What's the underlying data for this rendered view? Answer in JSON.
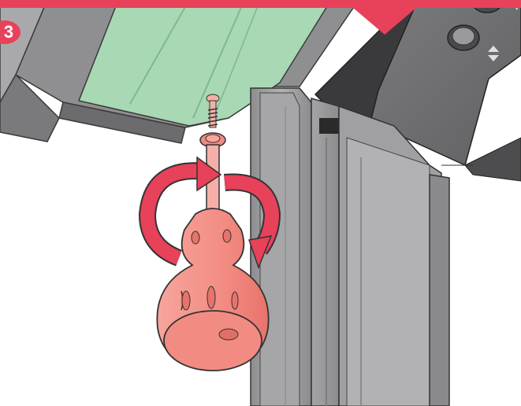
{
  "step": {
    "number": "3"
  },
  "colors": {
    "banner": "#e8415a",
    "rotation_arrow": "#e8415a",
    "screwdriver_handle": "#f08a82",
    "panel_glass": "#a8d8b4",
    "frame_metal": "#9a9a9c",
    "control_panel": "#6e6e70"
  },
  "illustration": {
    "tool": "screwdriver",
    "action": "rotate-screw",
    "icons": [
      "rotation-arrow-icon",
      "screw-icon",
      "screwdriver-icon",
      "control-button-icon",
      "up-down-arrows-icon"
    ]
  }
}
